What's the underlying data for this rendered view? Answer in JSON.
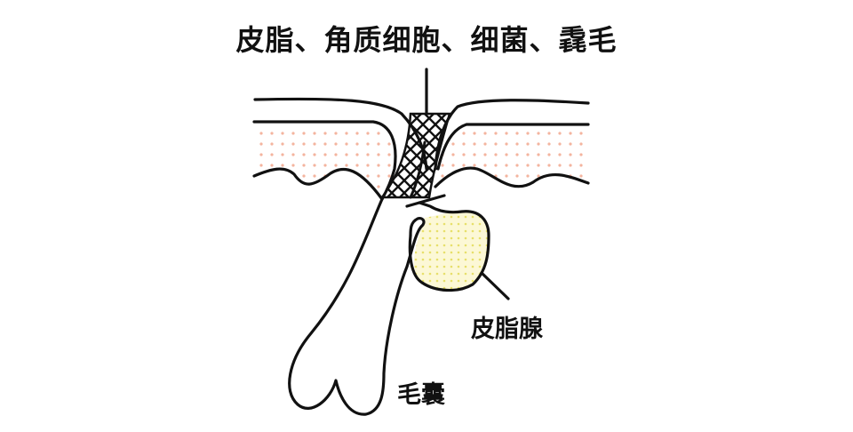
{
  "diagram": {
    "title": "皮脂、角质细胞、细菌、毳毛",
    "labels": {
      "sebaceous_gland": "皮脂腺",
      "hair_follicle": "毛囊"
    }
  },
  "colors": {
    "skin_dots": "#f4b49e",
    "gland_dots": "#e7df6a",
    "gland_fill": "#fcf8d6",
    "ink": "#111111"
  }
}
